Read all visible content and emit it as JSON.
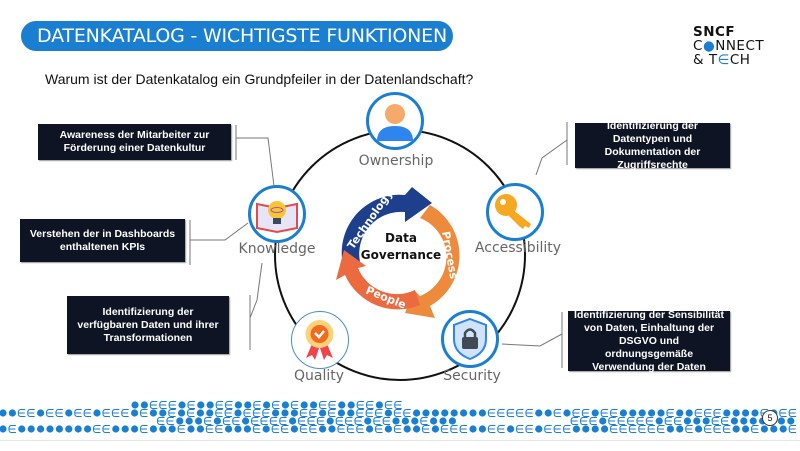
{
  "header": {
    "title": "DATENKATALOG - WICHTIGSTE FUNKTIONEN",
    "subtitle": "Warum ist der Datenkatalog ein Grundpfeiler in der Datenlandschaft?"
  },
  "logo": {
    "line1": "SNCF",
    "line2_pre": "C",
    "line2_dot": "●",
    "line2_post": "NNECT",
    "line3_pre": "& T",
    "line3_e": "∈",
    "line3_post": "CH"
  },
  "diagram": {
    "center": {
      "line1": "Data",
      "line2": "Governance"
    },
    "cycle": [
      "Technology",
      "Process",
      "People"
    ],
    "nodes": [
      {
        "label": "Ownership",
        "icon": "user-icon"
      },
      {
        "label": "Accessibility",
        "icon": "key-icon"
      },
      {
        "label": "Security",
        "icon": "shield-lock-icon"
      },
      {
        "label": "Quality",
        "icon": "award-badge-icon"
      },
      {
        "label": "Knowledge",
        "icon": "lightbulb-book-icon"
      }
    ],
    "colors": {
      "ring": "#1a7fd0",
      "technology": "#1d3f8c",
      "process": "#ee8a3c",
      "people": "#ec6a3f"
    }
  },
  "callouts": [
    {
      "text": "Awareness der Mitarbeiter zur Förderung einer Datenkultur"
    },
    {
      "text": "Verstehen der in Dashboards enthaltenen KPIs"
    },
    {
      "text": "Identifizierung der verfügbaren Daten und ihrer Transformationen"
    },
    {
      "text": "Identifizierung der Datentypen und Dokumentation der Zugriffsrechte"
    },
    {
      "text": "Identifizierung der Sensibilität von Daten, Einhaltung der DSGVO und ordnungsgemäße Verwendung der Daten"
    }
  ],
  "footer": {
    "page_number": "5",
    "accent": "#1a7fd0"
  }
}
